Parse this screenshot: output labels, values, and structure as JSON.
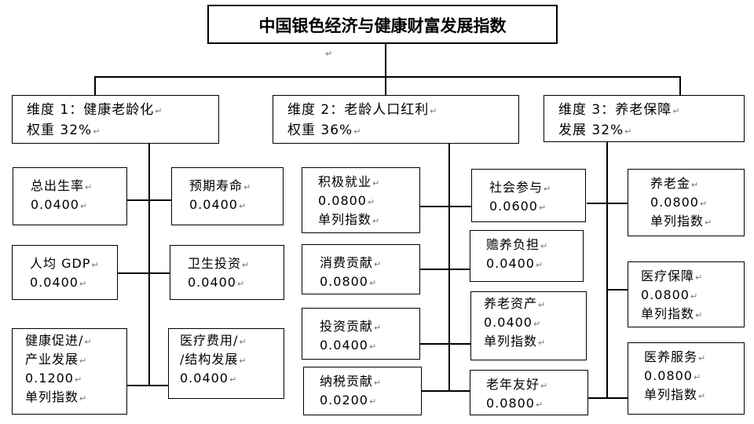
{
  "title": "中国银色经济与健康财富发展指数",
  "edit_mark": "↵",
  "dimensions": [
    {
      "lines": [
        "维度 1：健康老龄化",
        "权重 32%"
      ]
    },
    {
      "lines": [
        "维度 2：老龄人口红利",
        "权重 36%"
      ]
    },
    {
      "lines": [
        "维度 3：养老保障",
        "发展 32%"
      ]
    }
  ],
  "indicators": {
    "birth_rate": {
      "lines": [
        "总出生率",
        "0.0400"
      ]
    },
    "life_expectancy": {
      "lines": [
        "预期寿命",
        "0.0400"
      ]
    },
    "gdp_per_capita": {
      "lines": [
        "人均 GDP",
        "0.0400"
      ]
    },
    "health_investment": {
      "lines": [
        "卫生投资",
        "0.0400"
      ]
    },
    "health_promotion": {
      "lines": [
        "健康促进/",
        "产业发展",
        "0.1200",
        "单列指数"
      ]
    },
    "medical_cost": {
      "lines": [
        "医疗费用/",
        "/结构发展",
        "0.0400"
      ]
    },
    "active_employment": {
      "lines": [
        "积极就业",
        "0.0800",
        "单列指数"
      ]
    },
    "social_participation": {
      "lines": [
        "社会参与",
        "0.0600"
      ]
    },
    "consumption": {
      "lines": [
        "消费贡献",
        "0.0800"
      ]
    },
    "dependency": {
      "lines": [
        "赡养负担",
        "0.0400"
      ]
    },
    "investment": {
      "lines": [
        "投资贡献",
        "0.0400"
      ]
    },
    "pension_assets": {
      "lines": [
        "养老资产",
        "0.0400",
        "单列指数"
      ]
    },
    "tax": {
      "lines": [
        "纳税贡献",
        "0.0200"
      ]
    },
    "elder_friendly": {
      "lines": [
        "老年友好",
        "0.0800"
      ]
    },
    "pension": {
      "lines": [
        "养老金",
        "0.0800",
        "单列指数"
      ]
    },
    "medical_security": {
      "lines": [
        "医疗保障",
        "0.0800",
        "单列指数"
      ]
    },
    "medical_care_services": {
      "lines": [
        "医养服务",
        "0.0800",
        "单列指数"
      ]
    }
  }
}
